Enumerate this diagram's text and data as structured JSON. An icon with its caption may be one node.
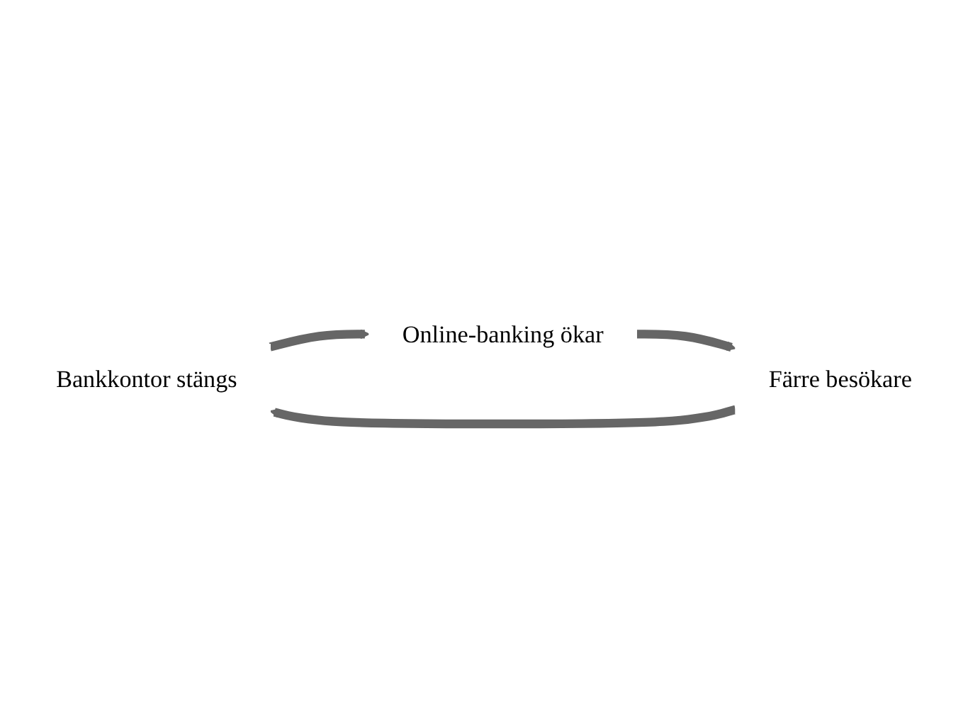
{
  "diagram": {
    "nodes": [
      {
        "text": [
          "Bankkontor stängs"
        ]
      },
      {
        "text": [
          "Online-banking ökar"
        ]
      },
      {
        "text": [
          "Färre besökare"
        ]
      }
    ],
    "edges": [
      {
        "from": 0,
        "to": 1,
        "arrow": "to"
      },
      {
        "from": 1,
        "to": 2,
        "arrow": "to"
      },
      {
        "from": 2,
        "to": 0,
        "arrow": "to"
      }
    ]
  }
}
